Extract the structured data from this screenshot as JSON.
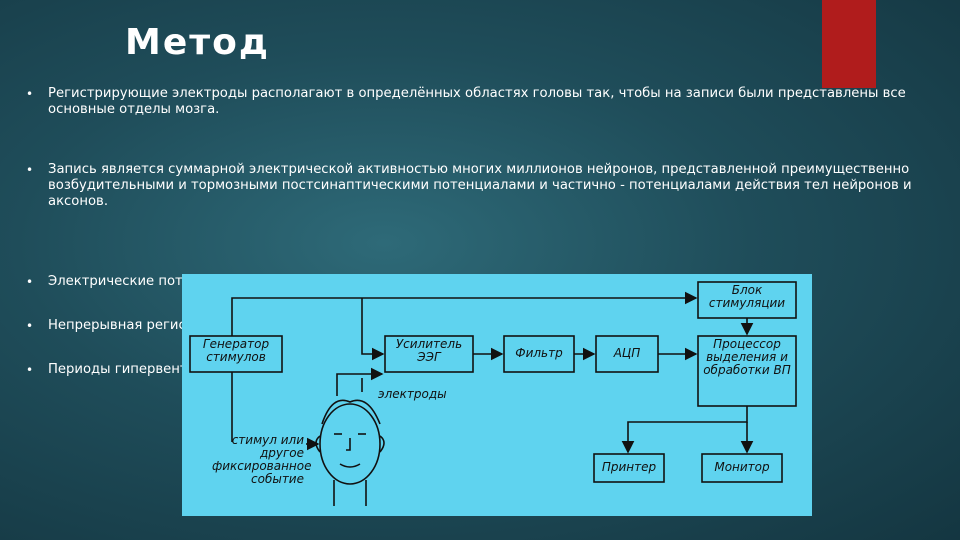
{
  "slide": {
    "title": "Метод",
    "accent_color": "#b01c1c",
    "bullets": [
      "Регистрирующие электроды располагают в определённых областях головы так, чтобы на записи были представлены все основные отделы мозга.",
      "Запись является суммарной электрической активностью многих миллионов нейронов, представленной преимущественно возбудительными и тормозными постсинаптическими потенциалами и частично - потенциалами действия тел нейронов и аксонов.",
      "Электрические потенциалы усиливают и регистрируют.",
      "Непрерывная регистрация ЭЭГ отображается на мониторе и одновременно записывается на диск.",
      "Периоды гипервентиляции и фотостимуляции с разными частотами."
    ]
  },
  "diagram": {
    "background": "#5fd3ef",
    "blocks": {
      "stim_block": "Блок стимуляции",
      "generator": "Генератор стимулов",
      "amplifier": "Усилитель ЭЭГ",
      "filter": "Фильтр",
      "adc": "АЦП",
      "processor": "Процессор выделения и обработки ВП",
      "printer": "Принтер",
      "monitor": "Монитор"
    },
    "labels": {
      "electrodes": "электроды",
      "stimulus": "стимул или другое фиксированное событие"
    }
  }
}
